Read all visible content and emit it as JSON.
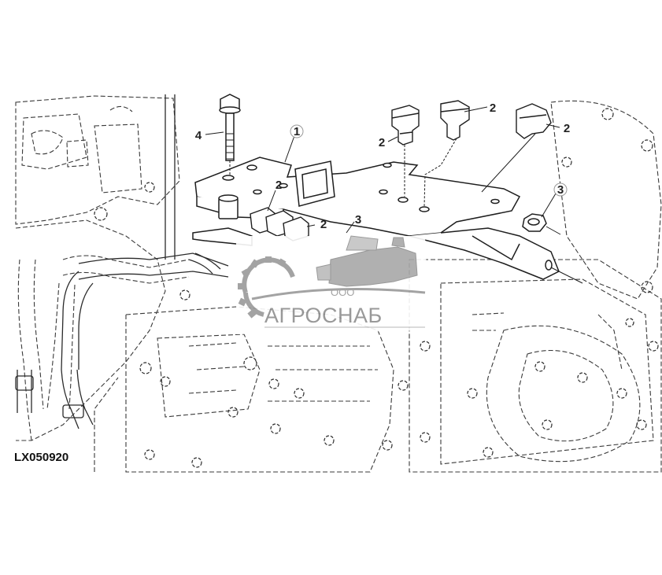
{
  "figure_code": "LX050920",
  "callouts": [
    {
      "id": "callout-1",
      "text": "1",
      "circled": true
    },
    {
      "id": "callout-2-a",
      "text": "2"
    },
    {
      "id": "callout-2-b",
      "text": "2"
    },
    {
      "id": "callout-2-c",
      "text": "2"
    },
    {
      "id": "callout-2-d",
      "text": "2"
    },
    {
      "id": "callout-2-e",
      "text": "2"
    },
    {
      "id": "callout-2-f",
      "text": "2"
    },
    {
      "id": "callout-3-a",
      "text": "3"
    },
    {
      "id": "callout-3-b",
      "text": "3",
      "circled": true
    },
    {
      "id": "callout-4",
      "text": "4"
    }
  ],
  "watermark": {
    "company_type": "ООО",
    "company_name": "АГРОСНАБ"
  },
  "colors": {
    "line": "#2a2a2a",
    "dash": "#3a3a3a",
    "watermark": "#9a9a9a"
  }
}
